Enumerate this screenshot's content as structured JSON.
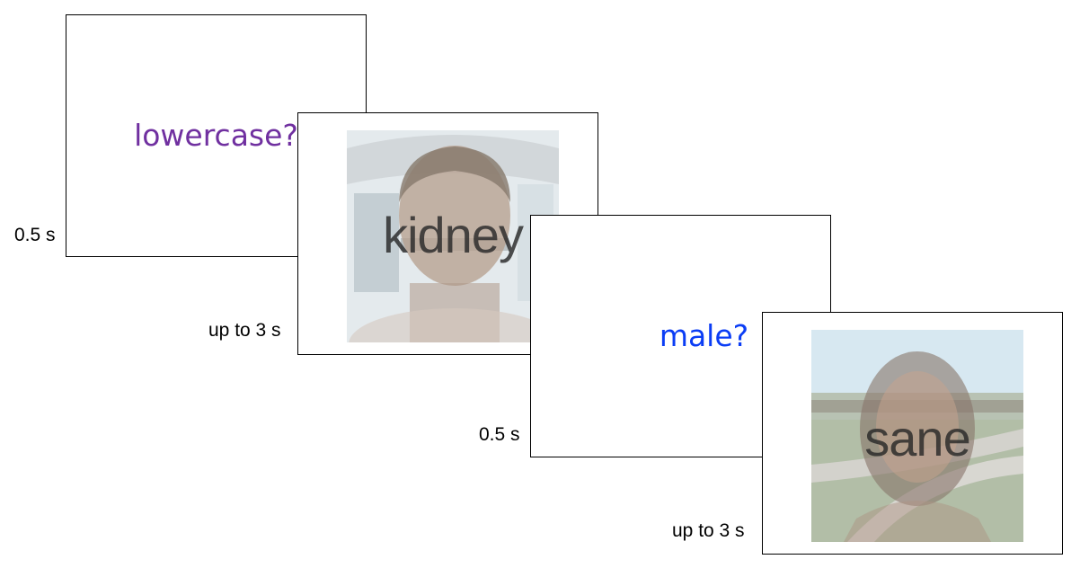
{
  "trials": [
    {
      "cue_text": "lowercase?",
      "cue_color": "#7030a0",
      "cue_duration": "0.5 s",
      "word": "kidney",
      "stim_duration": "up to 3 s"
    },
    {
      "cue_text": "male?",
      "cue_color": "#0b3df5",
      "cue_duration": "0.5 s",
      "word": "sane",
      "stim_duration": "up to 3 s"
    }
  ]
}
